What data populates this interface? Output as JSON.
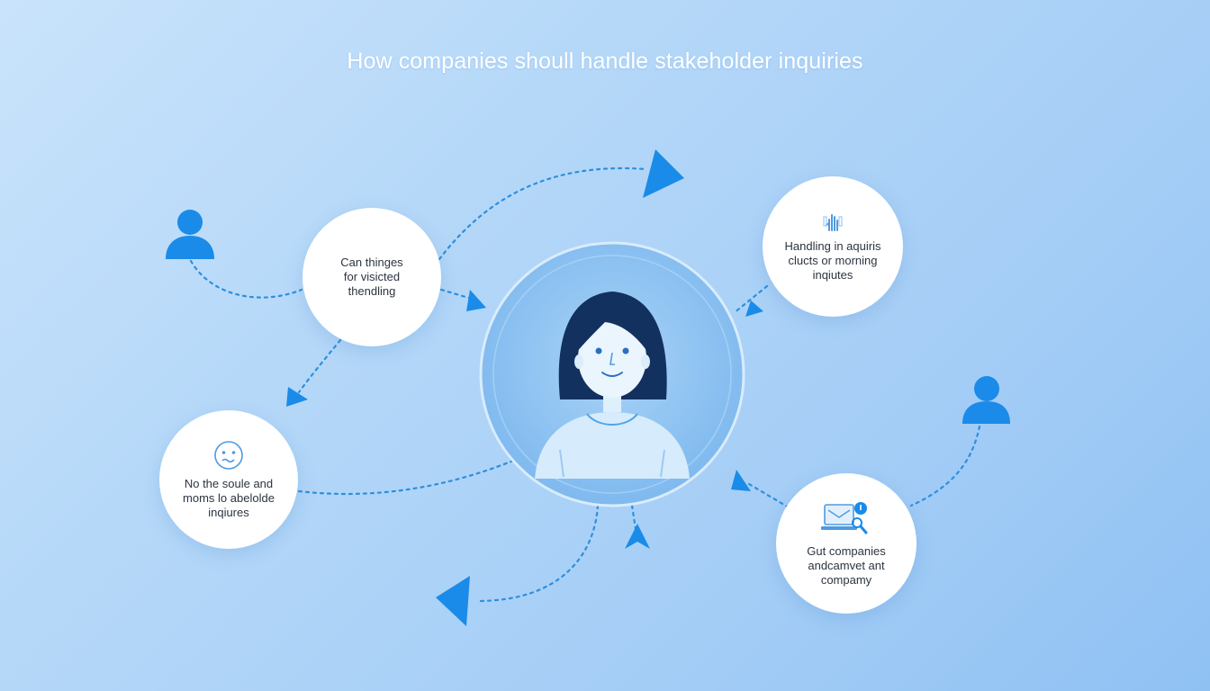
{
  "title": "How companies shoull handle stakeholder inquiries",
  "colors": {
    "accent": "#1a8be8",
    "connector": "#2e8fdc",
    "node_bg": "#ffffff",
    "hair": "#13315f",
    "center_ring": "#8ec4f2"
  },
  "nodes": {
    "top_left": {
      "label": "Can thinges\nfor visicted\nthendling"
    },
    "top_right": {
      "label": "Handling in aquiris\nclucts or morning\ninqiutes",
      "icon": "hand-gesture-icon"
    },
    "bottom_left": {
      "label": "No the soule and\nmoms lo abelolde\ninqiures",
      "icon": "smiley-face-icon"
    },
    "bottom_right": {
      "label": "Gut companies\nandcamvet ant\ncompamy",
      "icon": "laptop-search-icon"
    }
  },
  "center": {
    "icon": "woman-avatar-icon"
  },
  "stakeholders": [
    "person-icon",
    "person-icon"
  ]
}
